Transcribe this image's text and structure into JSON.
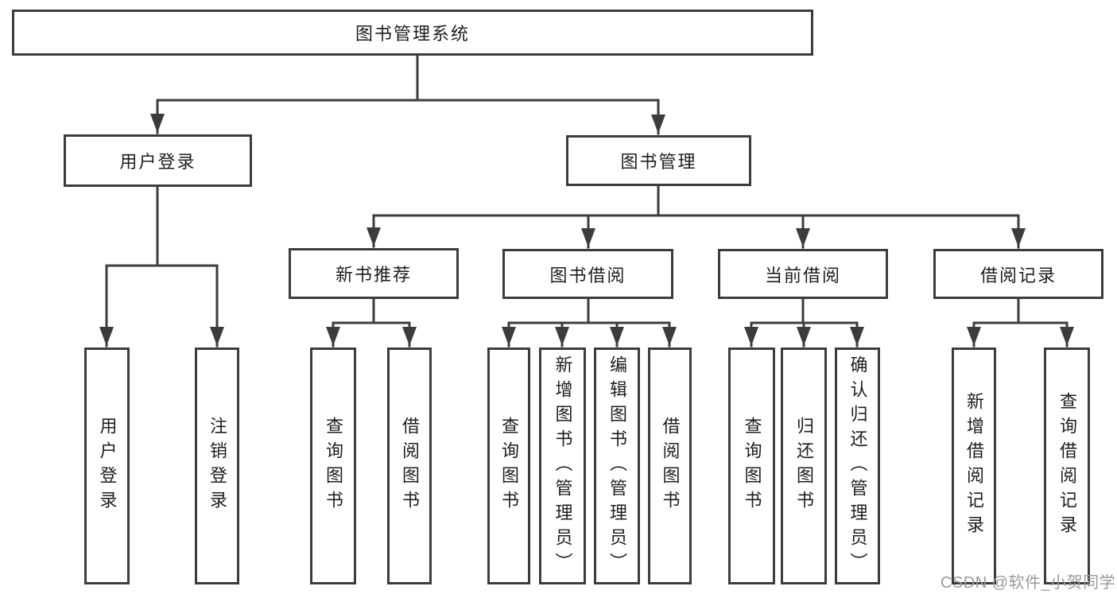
{
  "colors": {
    "line": "#3c3c3c",
    "box_border": "#3c3c3c",
    "text": "#1e1e1e",
    "watermark": "#9b9b9b",
    "background": "#ffffff"
  },
  "watermark": {
    "text": "CSDN @软件_小贺同学"
  },
  "tree": {
    "root": {
      "label": "图书管理系统",
      "children": [
        {
          "label": "用户登录",
          "children": [
            {
              "label": "用户登录"
            },
            {
              "label": "注销登录"
            }
          ]
        },
        {
          "label": "图书管理",
          "children": [
            {
              "label": "新书推荐",
              "children": [
                {
                  "label": "查询图书"
                },
                {
                  "label": "借阅图书"
                }
              ]
            },
            {
              "label": "图书借阅",
              "children": [
                {
                  "label": "查询图书"
                },
                {
                  "label": "新增图书（管理员）"
                },
                {
                  "label": "编辑图书（管理员）"
                },
                {
                  "label": "借阅图书"
                }
              ]
            },
            {
              "label": "当前借阅",
              "children": [
                {
                  "label": "查询图书"
                },
                {
                  "label": "归还图书"
                },
                {
                  "label": "确认归还（管理员）"
                }
              ]
            },
            {
              "label": "借阅记录",
              "children": [
                {
                  "label": "新增借阅记录"
                },
                {
                  "label": "查询借阅记录"
                }
              ]
            }
          ]
        }
      ]
    }
  }
}
